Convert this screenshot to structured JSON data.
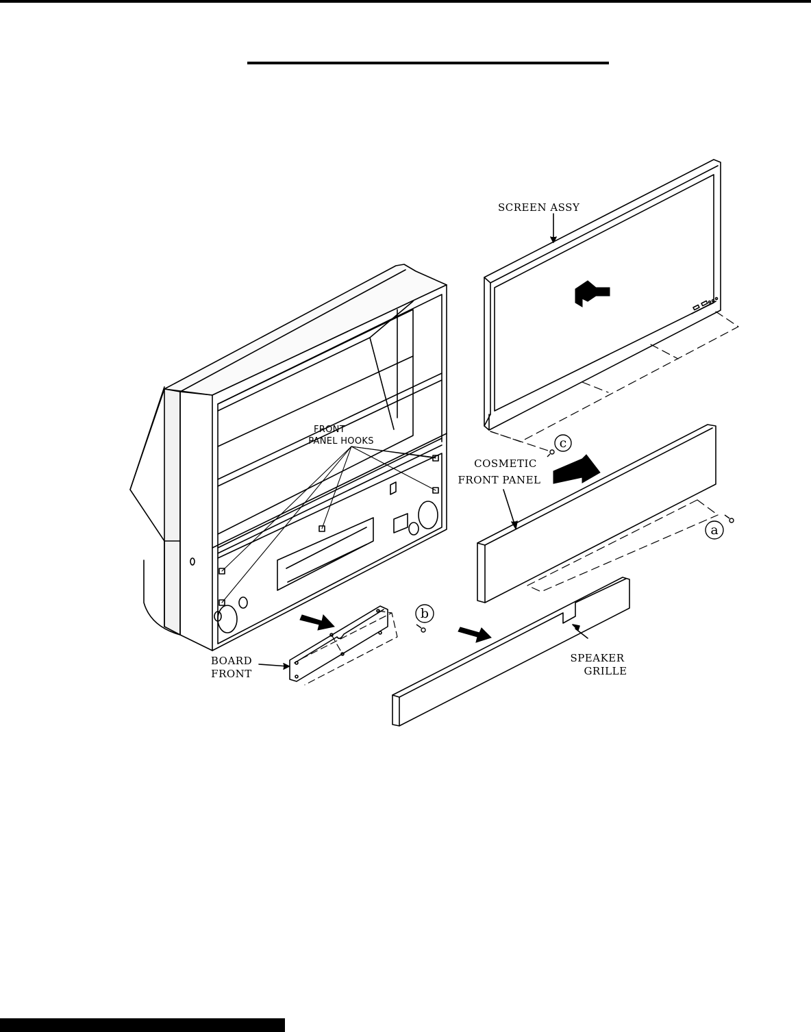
{
  "labels": {
    "screen_assy": "SCREEN ASSY",
    "front_panel_hooks_1": "FRONT",
    "front_panel_hooks_2": "PANEL HOOKS",
    "cosmetic_1": "COSMETIC",
    "cosmetic_2": "FRONT PANEL",
    "board_front_1": "BOARD",
    "board_front_2": "FRONT",
    "speaker_grille_1": "SPEAKER",
    "speaker_grille_2": "GRILLE",
    "callout_a": "a",
    "callout_b": "b",
    "callout_c": "c"
  },
  "colors": {
    "ink": "#000000",
    "paper": "#ffffff",
    "panel_shade": "#f2f2f2"
  }
}
